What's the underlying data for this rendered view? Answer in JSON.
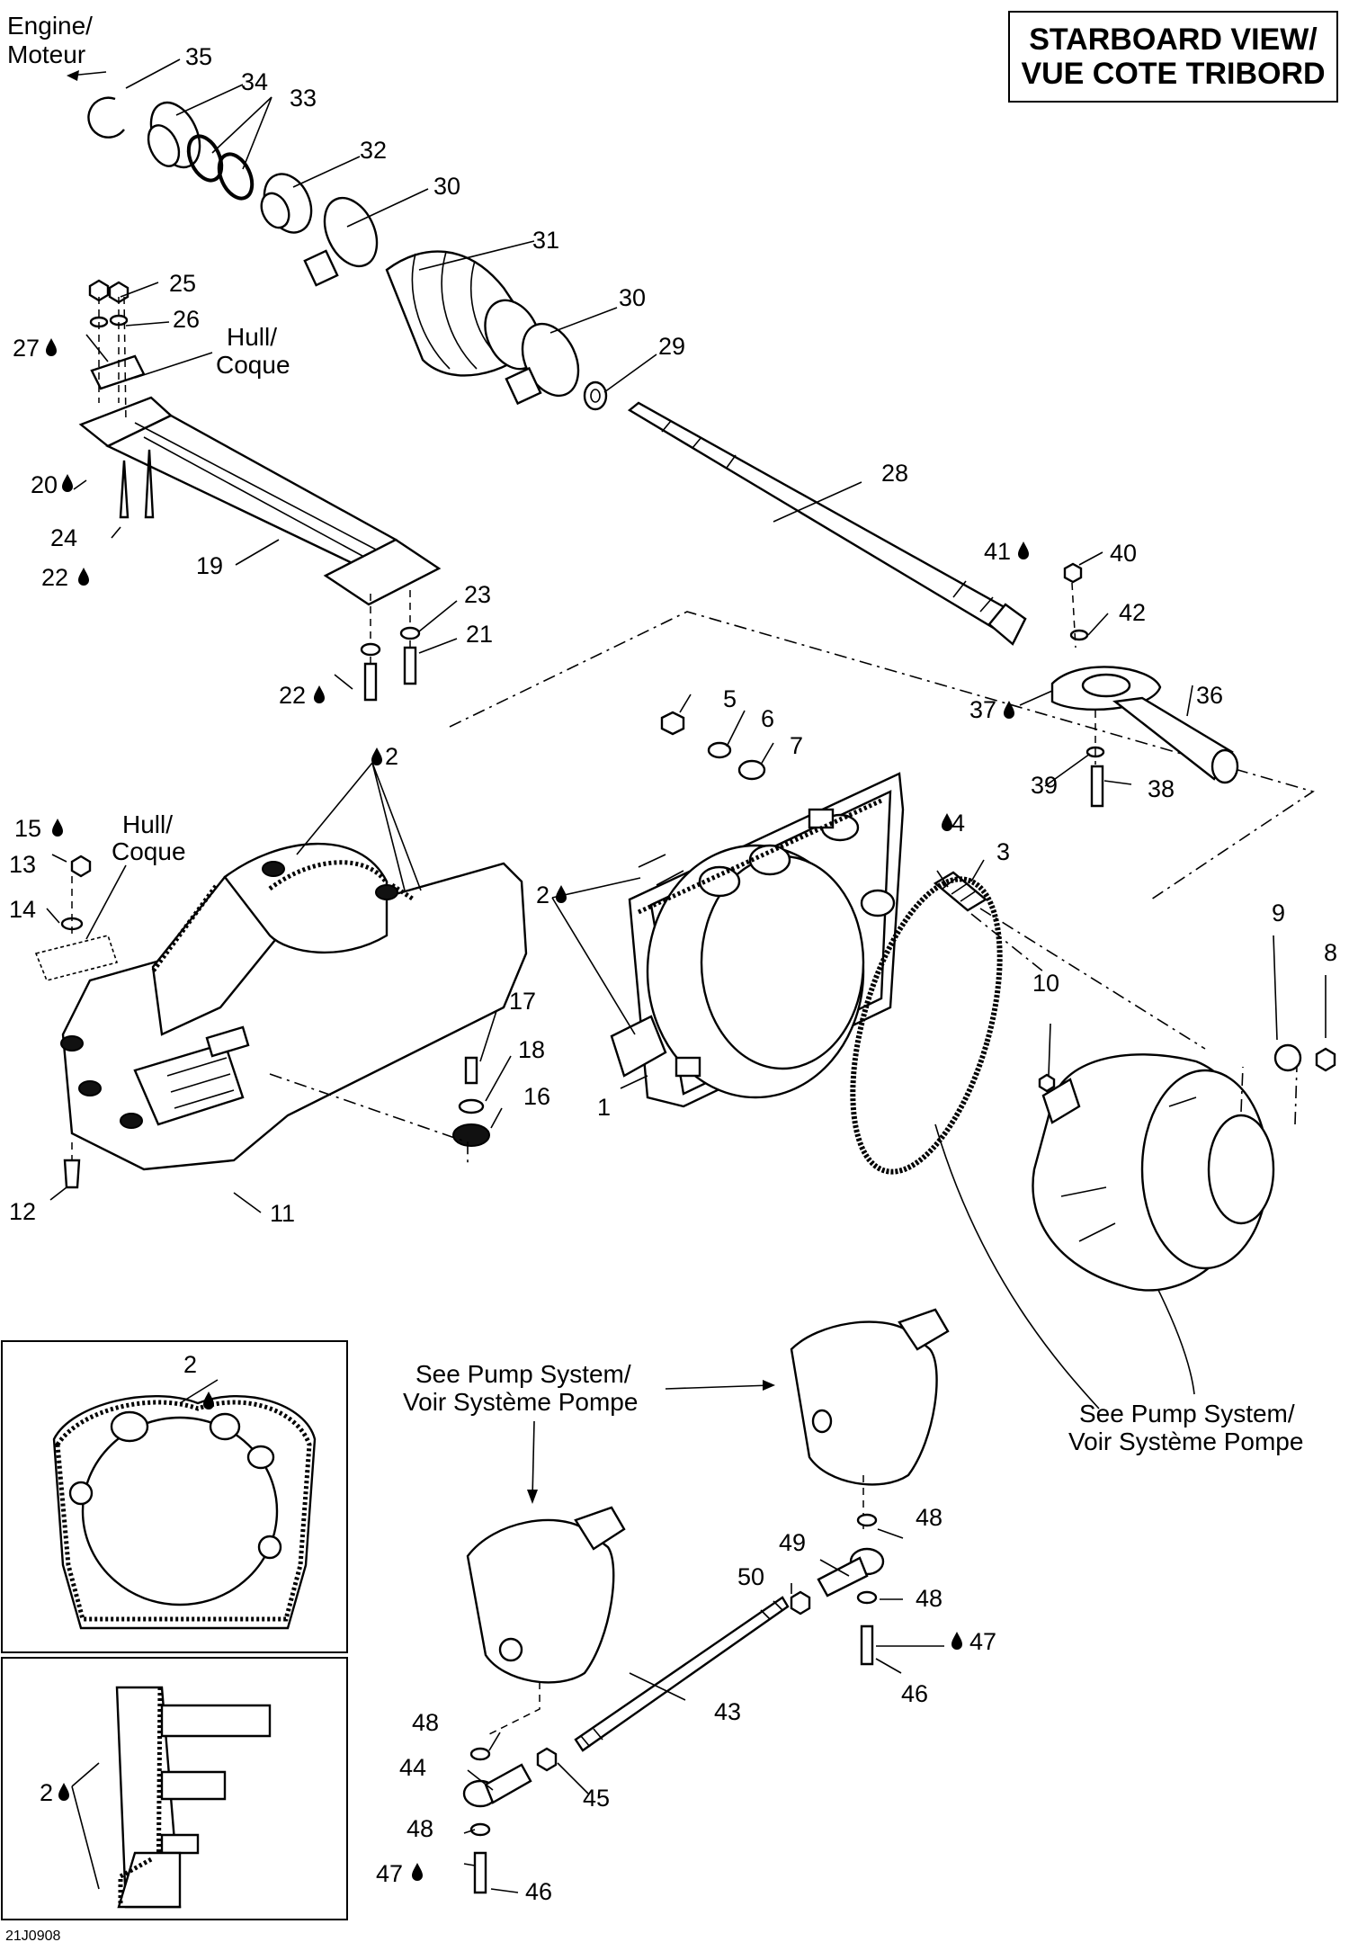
{
  "title": {
    "line1": "STARBOARD VIEW/",
    "line2": "VUE COTE TRIBORD"
  },
  "ref_code": "21J0908",
  "notes": {
    "engine": [
      "Engine/",
      "Moteur"
    ],
    "hull_top": [
      "Hull/",
      "Coque"
    ],
    "hull_left": [
      "Hull/",
      "Coque"
    ],
    "pump_left": [
      "See Pump System/",
      "Voir Système Pompe"
    ],
    "pump_right": [
      "See Pump System/",
      "Voir Système Pompe"
    ]
  },
  "callouts": [
    {
      "id": "c35",
      "text": "35"
    },
    {
      "id": "c34",
      "text": "34"
    },
    {
      "id": "c33",
      "text": "33"
    },
    {
      "id": "c32",
      "text": "32"
    },
    {
      "id": "c30a",
      "text": "30"
    },
    {
      "id": "c31",
      "text": "31"
    },
    {
      "id": "c30b",
      "text": "30"
    },
    {
      "id": "c29",
      "text": "29"
    },
    {
      "id": "c28",
      "text": "28"
    },
    {
      "id": "c25",
      "text": "25"
    },
    {
      "id": "c26",
      "text": "26"
    },
    {
      "id": "c27",
      "text": "27"
    },
    {
      "id": "c20",
      "text": "20"
    },
    {
      "id": "c24",
      "text": "24"
    },
    {
      "id": "c22a",
      "text": "22"
    },
    {
      "id": "c19",
      "text": "19"
    },
    {
      "id": "c23",
      "text": "23"
    },
    {
      "id": "c21",
      "text": "21"
    },
    {
      "id": "c22b",
      "text": "22"
    },
    {
      "id": "c41",
      "text": "41"
    },
    {
      "id": "c40",
      "text": "40"
    },
    {
      "id": "c42",
      "text": "42"
    },
    {
      "id": "c37",
      "text": "37"
    },
    {
      "id": "c36",
      "text": "36"
    },
    {
      "id": "c39",
      "text": "39"
    },
    {
      "id": "c38",
      "text": "38"
    },
    {
      "id": "c5",
      "text": "5"
    },
    {
      "id": "c6",
      "text": "6"
    },
    {
      "id": "c7",
      "text": "7"
    },
    {
      "id": "c4",
      "text": "4"
    },
    {
      "id": "c3",
      "text": "3"
    },
    {
      "id": "c2a",
      "text": "2"
    },
    {
      "id": "c2b",
      "text": "2"
    },
    {
      "id": "c1",
      "text": "1"
    },
    {
      "id": "c9",
      "text": "9"
    },
    {
      "id": "c8",
      "text": "8"
    },
    {
      "id": "c10",
      "text": "10"
    },
    {
      "id": "c15",
      "text": "15"
    },
    {
      "id": "c13",
      "text": "13"
    },
    {
      "id": "c14",
      "text": "14"
    },
    {
      "id": "c17",
      "text": "17"
    },
    {
      "id": "c18",
      "text": "18"
    },
    {
      "id": "c16",
      "text": "16"
    },
    {
      "id": "c12",
      "text": "12"
    },
    {
      "id": "c11",
      "text": "11"
    },
    {
      "id": "c2c",
      "text": "2"
    },
    {
      "id": "c2d",
      "text": "2"
    },
    {
      "id": "c48a",
      "text": "48"
    },
    {
      "id": "c49",
      "text": "49"
    },
    {
      "id": "c50",
      "text": "50"
    },
    {
      "id": "c48b",
      "text": "48"
    },
    {
      "id": "c47a",
      "text": "47"
    },
    {
      "id": "c46a",
      "text": "46"
    },
    {
      "id": "c43",
      "text": "43"
    },
    {
      "id": "c48c",
      "text": "48"
    },
    {
      "id": "c44",
      "text": "44"
    },
    {
      "id": "c45",
      "text": "45"
    },
    {
      "id": "c48d",
      "text": "48"
    },
    {
      "id": "c47b",
      "text": "47"
    },
    {
      "id": "c46b",
      "text": "46"
    }
  ]
}
